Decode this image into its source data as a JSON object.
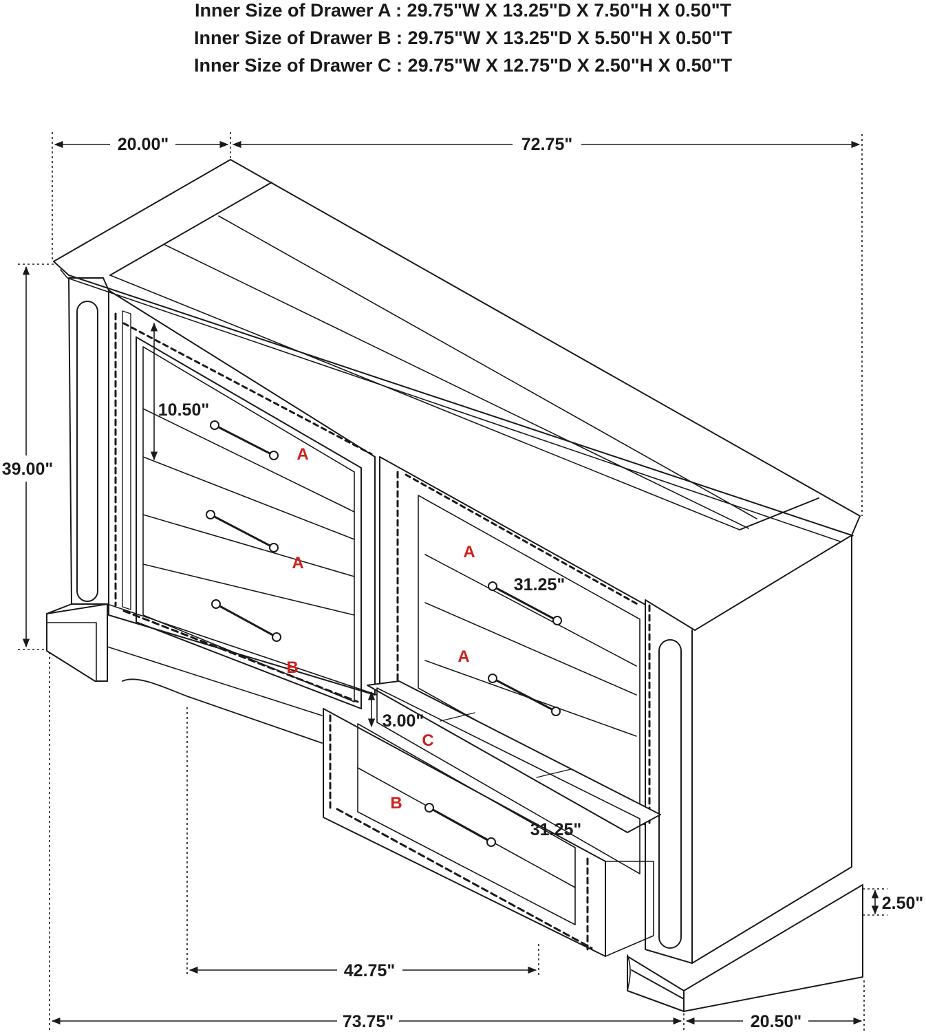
{
  "inner_sizes": [
    {
      "label": "Inner Size of Drawer A : 29.75\"W X 13.25\"D X 7.50\"H X 0.50\"T"
    },
    {
      "label": "Inner Size of Drawer B : 29.75\"W X 13.25\"D X 5.50\"H X 0.50\"T"
    },
    {
      "label": "Inner Size of Drawer C : 29.75\"W X 12.75\"D X 2.50\"H X 0.50\"T"
    }
  ],
  "dimensions": {
    "depth_top": "20.00\"",
    "width_top": "72.75\"",
    "height": "39.00\"",
    "drawer_height": "10.50\"",
    "drawer_width_upper": "31.25\"",
    "tray_height": "3.00\"",
    "drawer_width_lower": "31.25\"",
    "base_height": "2.50\"",
    "inner_span": "42.75\"",
    "overall_width": "73.75\"",
    "overall_depth": "20.50\""
  },
  "drawer_labels": {
    "left_top": "A",
    "left_middle": "A",
    "left_bottom": "B",
    "right_top": "A",
    "right_middle": "A",
    "tray": "C",
    "open_drawer": "B"
  },
  "colors": {
    "line": "#1a1a1a",
    "label": "#d0201c"
  }
}
